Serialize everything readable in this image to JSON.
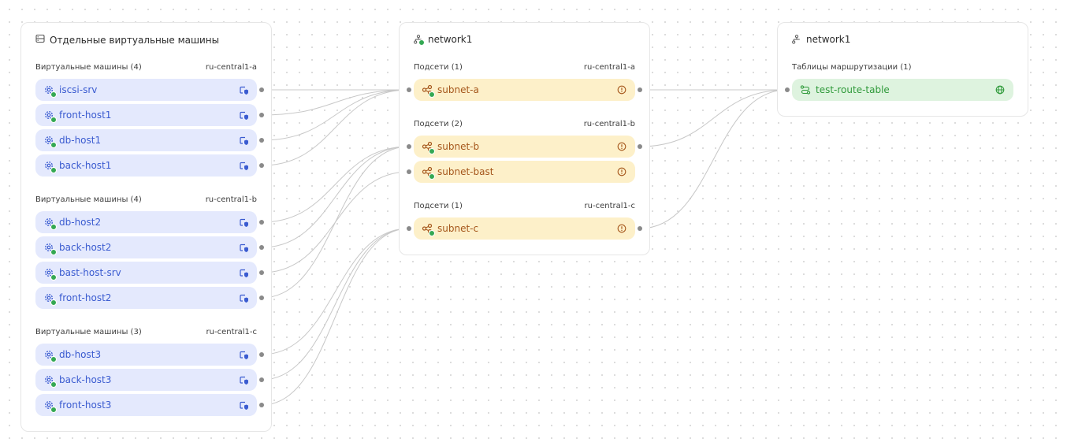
{
  "vm_panel": {
    "title": "Отдельные виртуальные машины",
    "icon": "server-list-icon",
    "groups": [
      {
        "header": "Виртуальные машины (4)",
        "zone": "ru-central1-a",
        "hosts": [
          "iscsi-srv",
          "front-host1",
          "db-host1",
          "back-host1"
        ]
      },
      {
        "header": "Виртуальные машины (4)",
        "zone": "ru-central1-b",
        "hosts": [
          "db-host2",
          "back-host2",
          "bast-host-srv",
          "front-host2"
        ]
      },
      {
        "header": "Виртуальные машины (3)",
        "zone": "ru-central1-c",
        "hosts": [
          "db-host3",
          "back-host3",
          "front-host3"
        ]
      }
    ]
  },
  "network_panel": {
    "title": "network1",
    "icon": "network-icon",
    "groups": [
      {
        "header": "Подсети (1)",
        "zone": "ru-central1-a",
        "subnets": [
          "subnet-a"
        ]
      },
      {
        "header": "Подсети (2)",
        "zone": "ru-central1-b",
        "subnets": [
          "subnet-b",
          "subnet-bast"
        ]
      },
      {
        "header": "Подсети (1)",
        "zone": "ru-central1-c",
        "subnets": [
          "subnet-c"
        ]
      }
    ]
  },
  "route_panel": {
    "title": "network1",
    "icon": "network-icon",
    "header": "Таблицы маршрутизации (1)",
    "table": "test-route-table"
  },
  "colors": {
    "vm_bg": "#e4e9fd",
    "vm_text": "#3a5bd0",
    "subnet_bg": "#fdf0c9",
    "subnet_text": "#a5561b",
    "route_bg": "#def3df",
    "route_text": "#2f9a3a",
    "status_ok": "#34a853",
    "edge": "#c8c8c8"
  }
}
